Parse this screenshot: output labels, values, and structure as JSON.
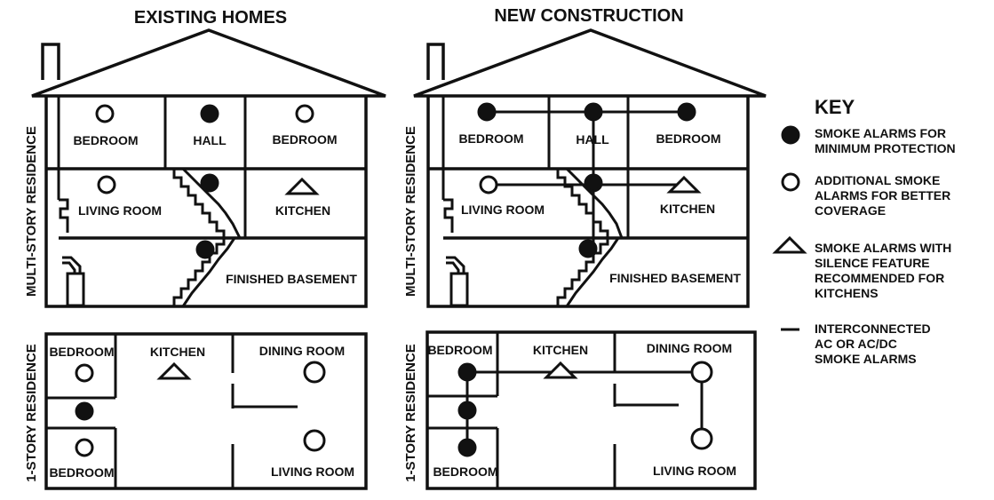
{
  "headings": {
    "existing": "EXISTING HOMES",
    "new": "NEW CONSTRUCTION"
  },
  "side_labels": {
    "multi": "MULTI-STORY RESIDENCE",
    "single": "1-STORY RESIDENCE"
  },
  "multi_rooms": {
    "bedroom_left": "BEDROOM",
    "hall": "HALL",
    "bedroom_right": "BEDROOM",
    "living_room": "LIVING ROOM",
    "kitchen": "KITCHEN",
    "finished_basement": "FINISHED BASEMENT"
  },
  "single_rooms": {
    "bedroom_top": "BEDROOM",
    "kitchen": "KITCHEN",
    "dining_room": "DINING ROOM",
    "bedroom_bottom": "BEDROOM",
    "living_room": "LIVING ROOM"
  },
  "key": {
    "title": "KEY",
    "items": [
      {
        "symbol": "filled-circle",
        "lines": [
          "SMOKE ALARMS FOR",
          "MINIMUM PROTECTION"
        ]
      },
      {
        "symbol": "open-circle",
        "lines": [
          "ADDITIONAL SMOKE",
          "ALARMS FOR BETTER",
          "COVERAGE"
        ]
      },
      {
        "symbol": "triangle",
        "lines": [
          "SMOKE ALARMS WITH",
          "SILENCE FEATURE",
          "RECOMMENDED FOR",
          "KITCHENS"
        ]
      },
      {
        "symbol": "line",
        "lines": [
          "INTERCONNECTED",
          "AC OR AC/DC",
          "SMOKE ALARMS"
        ]
      }
    ]
  },
  "colors": {
    "ink": "#111111",
    "background": "#ffffff"
  }
}
